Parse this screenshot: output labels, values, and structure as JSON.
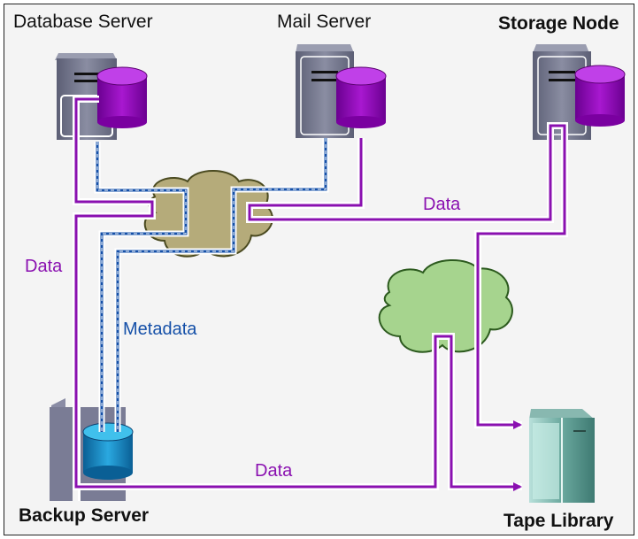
{
  "nodes": {
    "database_server": {
      "label": "Database Server"
    },
    "mail_server": {
      "label": "Mail Server"
    },
    "storage_node": {
      "label": "Storage Node"
    },
    "backup_server": {
      "label": "Backup Server"
    },
    "tape_library": {
      "label": "Tape Library"
    }
  },
  "flow_labels": {
    "data_left": "Data",
    "data_right": "Data",
    "data_bottom": "Data",
    "metadata": "Metadata"
  },
  "colors": {
    "data_path": "#8a10b0",
    "metadata_path": "#1550a8",
    "disk_purple": "#9a10c0",
    "disk_blue": "#1c8cc8",
    "lan_cloud": "#b5ab7a",
    "san_cloud": "#a6d48e",
    "server_gray": "#7c7f95",
    "tape_teal": "#5a9a90"
  }
}
